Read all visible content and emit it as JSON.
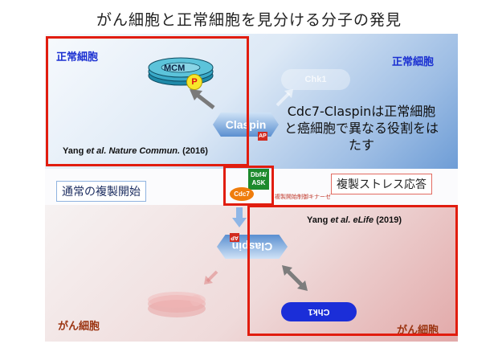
{
  "title": "がん細胞と正常細胞を見分ける分子の発見",
  "top": {
    "label_left": "正常細胞",
    "label_right": "正常細胞",
    "mcm": "MCM",
    "phospho": "P",
    "chk1_faded": "Chk1",
    "claspin": "Claspin",
    "ap": "AP",
    "citation_prefix": "Yang ",
    "citation_etal": "et al. Nature Commun.",
    "citation_year": " (2016)",
    "statement": "Cdc7-Claspinは正常細胞と癌細胞で異なる役割をはたす"
  },
  "middle": {
    "normal_replication": "通常の複製開始",
    "stress_response": "複製ストレス応答",
    "dbf4": "Dbf4/ ASK",
    "cdc7": "Cdc7",
    "kinase_caption": "複製開始制御キナーゼ"
  },
  "bottom": {
    "citation_prefix": "Yang ",
    "citation_etal": "et al. eLife",
    "citation_year": " (2019)",
    "claspin": "Claspin",
    "ap": "AP",
    "chk1": "Chk1",
    "label_left": "がん細胞",
    "label_right": "がん細胞"
  },
  "colors": {
    "red_frame": "#e11d0f",
    "blue_label": "#1a2fd1",
    "brown_label": "#9b3411",
    "kinase_green": "#1d8a2c",
    "cdc7_orange": "#ef7d0d"
  }
}
